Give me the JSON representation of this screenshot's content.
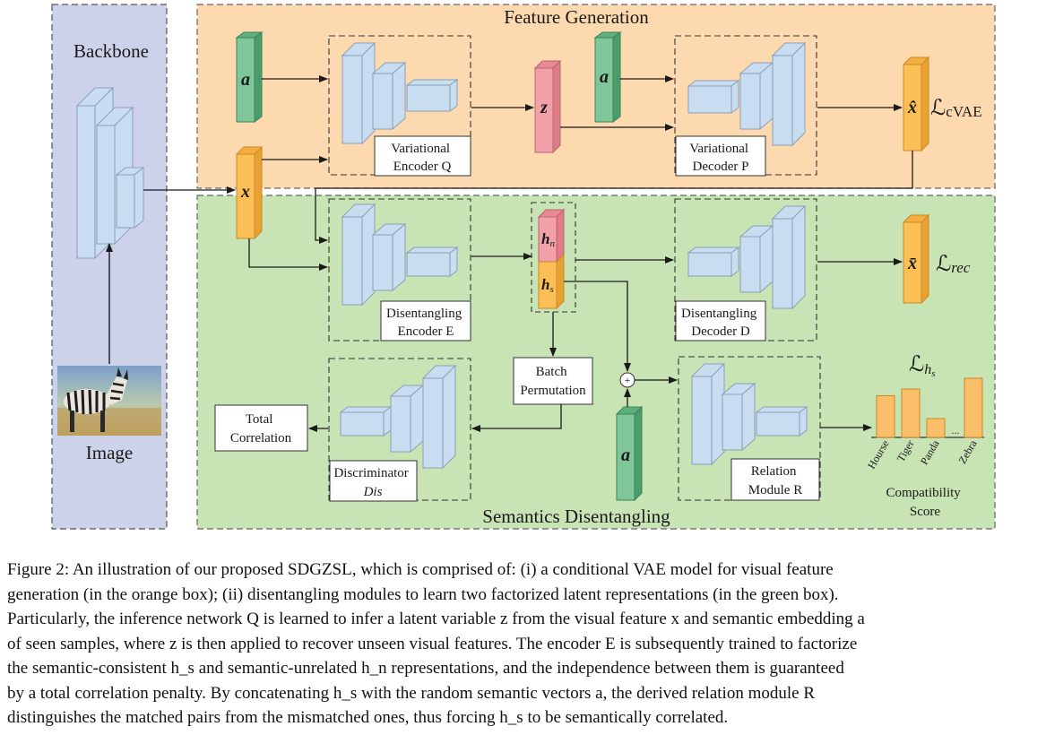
{
  "regions": {
    "backbone": "Backbone",
    "feature_generation": "Feature Generation",
    "semantics_disentangling": "Semantics Disentangling",
    "image": "Image"
  },
  "modules": {
    "variational_encoder": [
      "Variational",
      "Encoder Q"
    ],
    "variational_decoder": [
      "Variational",
      "Decoder P"
    ],
    "disentangling_encoder": [
      "Disentangling",
      "Encoder E"
    ],
    "disentangling_decoder": [
      "Disentangling",
      "Decoder D"
    ],
    "discriminator": [
      "Discriminator",
      "Dis"
    ],
    "relation_module": [
      "Relation",
      "Module R"
    ],
    "batch_permutation": [
      "Batch",
      "Permutation"
    ],
    "total_correlation": [
      "Total",
      "Correlation"
    ]
  },
  "symbols": {
    "a": "a",
    "x": "x",
    "z": "z",
    "x_hat": "x̂",
    "x_bar": "x̄",
    "h_n": "h",
    "h_n_sub": "n",
    "h_s": "h",
    "h_s_sub": "s",
    "plus": "+"
  },
  "losses": {
    "cvae": "ℒ",
    "cvae_sub": "cVAE",
    "rec": "ℒ",
    "rec_sub": "rec",
    "hs": "ℒ",
    "hs_sub": "h",
    "hs_subsub": "s"
  },
  "compatibility": {
    "title": [
      "Compatibility",
      "Score"
    ],
    "categories": [
      "Hourse",
      "Tiger",
      "Panda",
      "Zebra"
    ],
    "values": [
      0.62,
      0.72,
      0.28,
      0.88
    ],
    "ellipsis": "...",
    "bar_color": "#fbbf6a"
  },
  "colors": {
    "orange_region": "#fdd9b0",
    "green_region": "#c8e3b4",
    "blue_region": "#cdd2ea",
    "block_blue": "#c8ddef",
    "vec_green": "#7fc79a",
    "vec_pink": "#f2a1aa",
    "vec_orange": "#fbbf56"
  },
  "caption": {
    "lines": [
      "Figure 2: An illustration of our proposed SDGZSL, which is comprised of: (i) a conditional VAE model for visual feature",
      "generation (in the orange box); (ii) disentangling modules to learn two factorized latent representations (in the green box).",
      "Particularly, the inference network Q is learned to infer a latent variable z from the visual feature x and semantic embedding a",
      "of seen samples, where z is then applied to recover unseen visual features. The encoder E is subsequently trained to factorize",
      "the semantic-consistent h_s and semantic-unrelated h_n representations, and the independence between them is guaranteed",
      "by a total correlation penalty. By concatenating h_s with the random semantic vectors a, the derived relation module R",
      "distinguishes the matched pairs from the mismatched ones, thus forcing h_s to be semantically correlated."
    ]
  }
}
